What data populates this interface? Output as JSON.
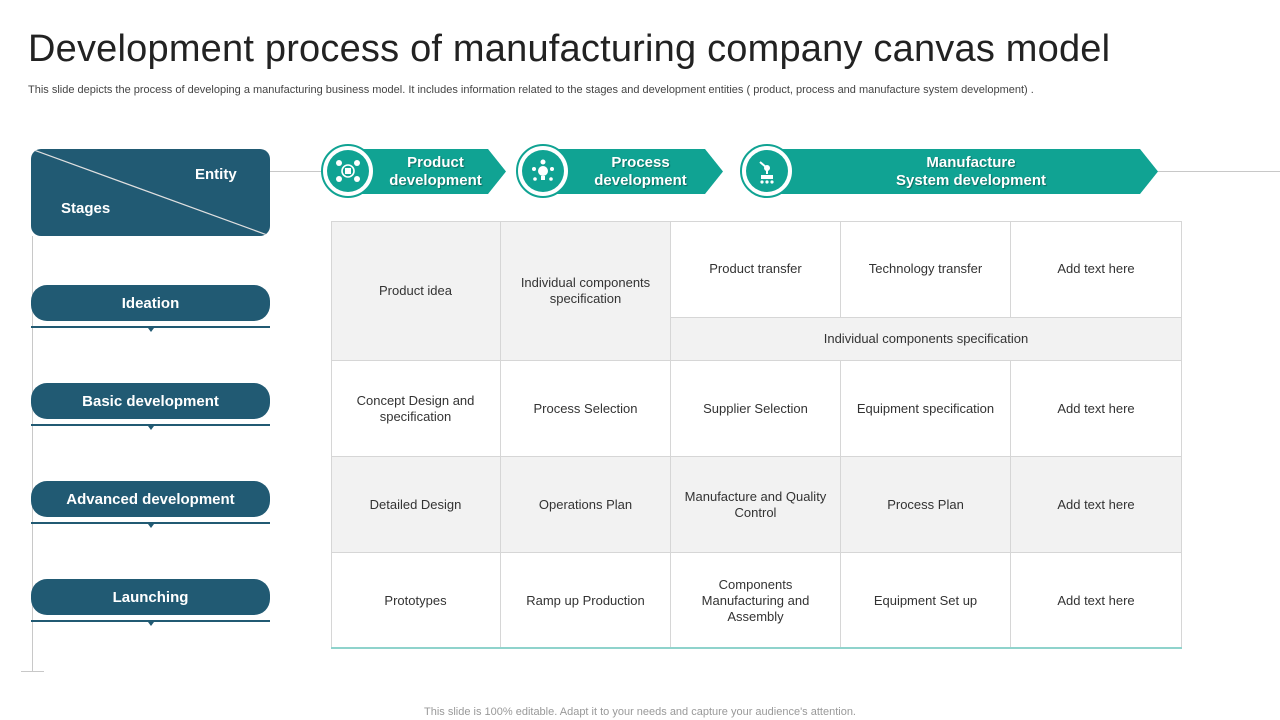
{
  "title": "Development process of manufacturing company canvas model",
  "subtitle": "This slide depicts the process of developing a manufacturing business model. It includes information related to the stages and development entities ( product, process and manufacture system development) .",
  "footer": "This slide is 100% editable. Adapt it to your needs and capture your audience's attention.",
  "header": {
    "entity": "Entity",
    "stages": "Stages"
  },
  "stages": [
    "Ideation",
    "Basic development",
    "Advanced development",
    "Launching"
  ],
  "entities": [
    {
      "line1": "Product",
      "line2": "development",
      "icon": "product-icon"
    },
    {
      "line1": "Process",
      "line2": "development",
      "icon": "lightbulb-gears-icon"
    },
    {
      "line1": "Manufacture",
      "line2": "System development",
      "icon": "robot-arm-icon"
    }
  ],
  "grid": {
    "ideation": {
      "product_idea": "Product idea",
      "components_spec": "Individual  components specification",
      "product_transfer": "Product transfer",
      "technology_transfer": "Technology transfer",
      "add_text": "Add text here",
      "components_spec_wide": "Individual  components specification"
    },
    "basic": [
      "Concept Design and specification",
      "Process Selection",
      "Supplier Selection",
      "Equipment specification",
      "Add text here"
    ],
    "advanced": [
      "Detailed Design",
      "Operations Plan",
      "Manufacture  and Quality Control",
      "Process Plan",
      "Add text here"
    ],
    "launching": [
      "Prototypes",
      "Ramp up Production",
      "Components Manufacturing  and Assembly",
      "Equipment Set up",
      "Add text here"
    ]
  },
  "colors": {
    "navy": "#215a73",
    "teal": "#10a393",
    "gray_cell": "#f2f2f2"
  }
}
